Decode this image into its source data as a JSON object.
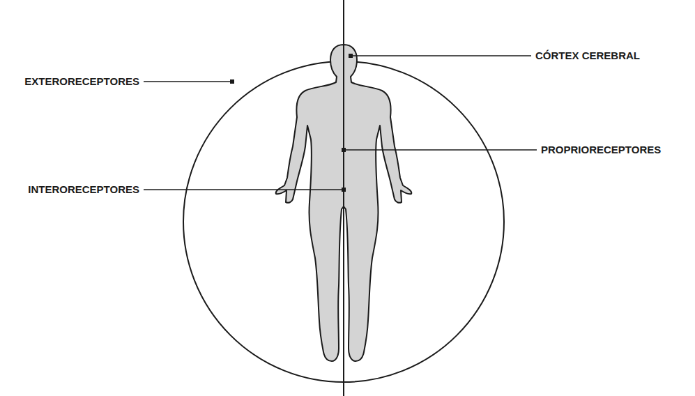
{
  "diagram": {
    "labels": [
      "CÓRTEX CEREBRAL",
      "EXTERORECEPTORES",
      "PROPRIORECEPTORES",
      "INTERORECEPTORES"
    ]
  }
}
